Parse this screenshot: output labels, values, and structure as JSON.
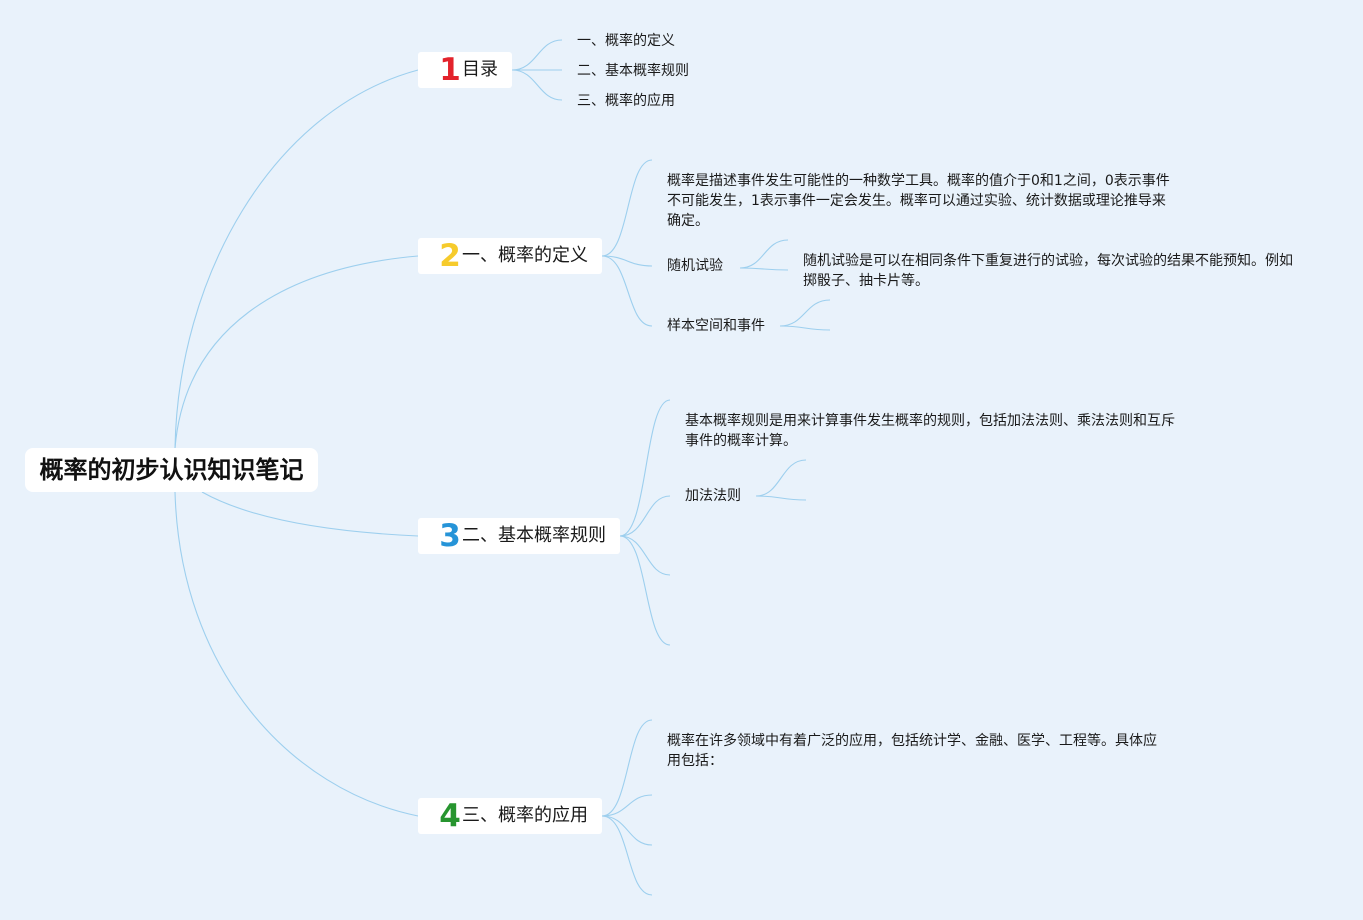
{
  "colors": {
    "background": "#e9f2fb",
    "node_fill": "#ffffff",
    "connector": "#9dcfee",
    "text": "#1a1a1a"
  },
  "root": {
    "label": "概率的初步认识知识笔记"
  },
  "branches": [
    {
      "badge": "1",
      "badge_color": "#e3232c",
      "label": "目录",
      "children": [
        {
          "label": "一、概率的定义"
        },
        {
          "label": "二、基本概率规则"
        },
        {
          "label": "三、概率的应用"
        }
      ]
    },
    {
      "badge": "2",
      "badge_color": "#f6cb2c",
      "label": "一、概率的定义",
      "children": [
        {
          "lines": [
            "概率是描述事件发生可能性的一种数学工具。概率的值介于0和1之间，0表示事件",
            "不可能发生，1表示事件一定会发生。概率可以通过实验、统计数据或理论推导来",
            "确定。"
          ]
        },
        {
          "label": "随机试验",
          "children": [
            {
              "lines": [
                "随机试验是可以在相同条件下重复进行的试验，每次试验的结果不能预知。例如",
                "掷骰子、抽卡片等。"
              ]
            }
          ]
        },
        {
          "label": "样本空间和事件"
        }
      ]
    },
    {
      "badge": "3",
      "badge_color": "#2694d8",
      "label": "二、基本概率规则",
      "children": [
        {
          "lines": [
            "基本概率规则是用来计算事件发生概率的规则，包括加法法则、乘法法则和互斥",
            "事件的概率计算。"
          ]
        },
        {
          "label": "加法法则"
        }
      ]
    },
    {
      "badge": "4",
      "badge_color": "#27952f",
      "label": "三、概率的应用",
      "children": [
        {
          "lines": [
            "概率在许多领域中有着广泛的应用，包括统计学、金融、医学、工程等。具体应",
            "用包括："
          ]
        }
      ]
    }
  ]
}
